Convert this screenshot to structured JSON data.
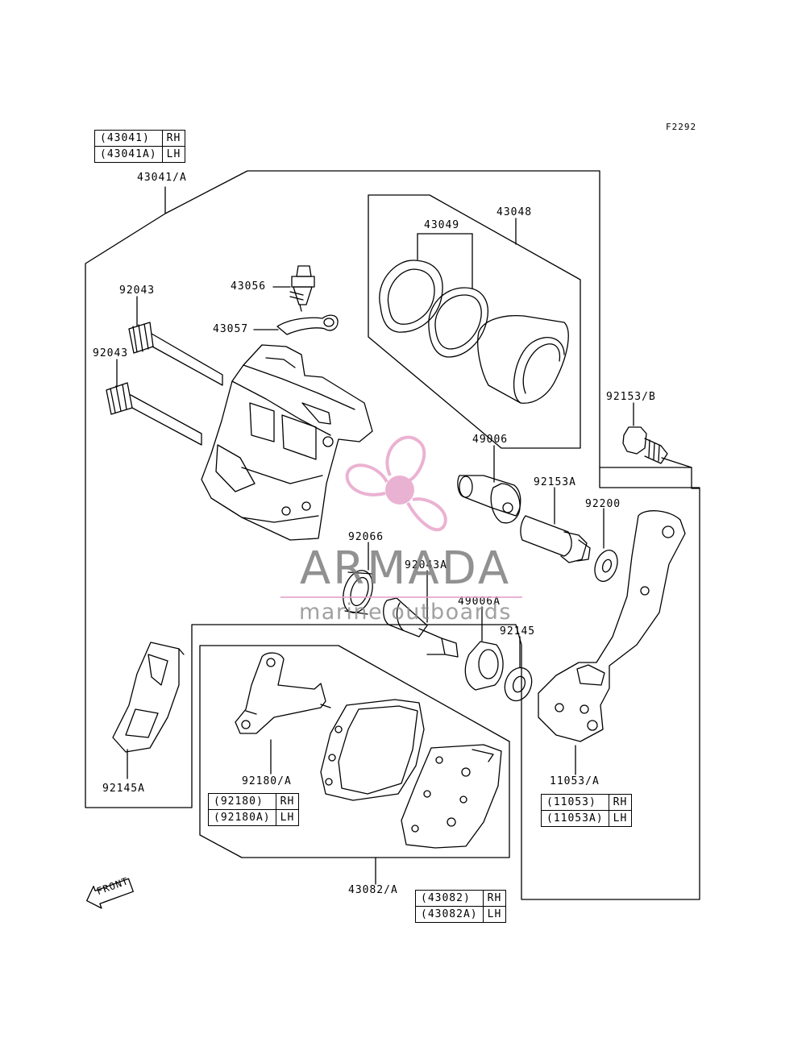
{
  "figure_code": "F2292",
  "labels": {
    "l43041A": "43041/A",
    "l43048": "43048",
    "l43049": "43049",
    "l43056": "43056",
    "l43057": "43057",
    "l92043a": "92043",
    "l92043b": "92043",
    "l92153B": "92153/B",
    "l49006": "49006",
    "l92153A": "92153A",
    "l92200": "92200",
    "l92066": "92066",
    "l92043A": "92043A",
    "l49006A": "49006A",
    "l92145": "92145",
    "l92145A": "92145A",
    "l92180A": "92180/A",
    "l11053A": "11053/A",
    "l43082A": "43082/A"
  },
  "tables": {
    "caliper": [
      {
        "part": "(43041)",
        "side": "RH"
      },
      {
        "part": "(43041A)",
        "side": "LH"
      }
    ],
    "shim": [
      {
        "part": "(92180)",
        "side": "RH"
      },
      {
        "part": "(92180A)",
        "side": "LH"
      }
    ],
    "bracket": [
      {
        "part": "(11053)",
        "side": "RH"
      },
      {
        "part": "(11053A)",
        "side": "LH"
      }
    ],
    "pads": [
      {
        "part": "(43082)",
        "side": "RH"
      },
      {
        "part": "(43082A)",
        "side": "LH"
      }
    ]
  },
  "front_arrow": "FRONT",
  "watermark": {
    "name": "ARMADA",
    "subtitle": "marine outboards",
    "logo_color": "#e6a0c8",
    "text_color": "#7a7a7a"
  },
  "colors": {
    "line": "#000000",
    "background": "#ffffff"
  }
}
